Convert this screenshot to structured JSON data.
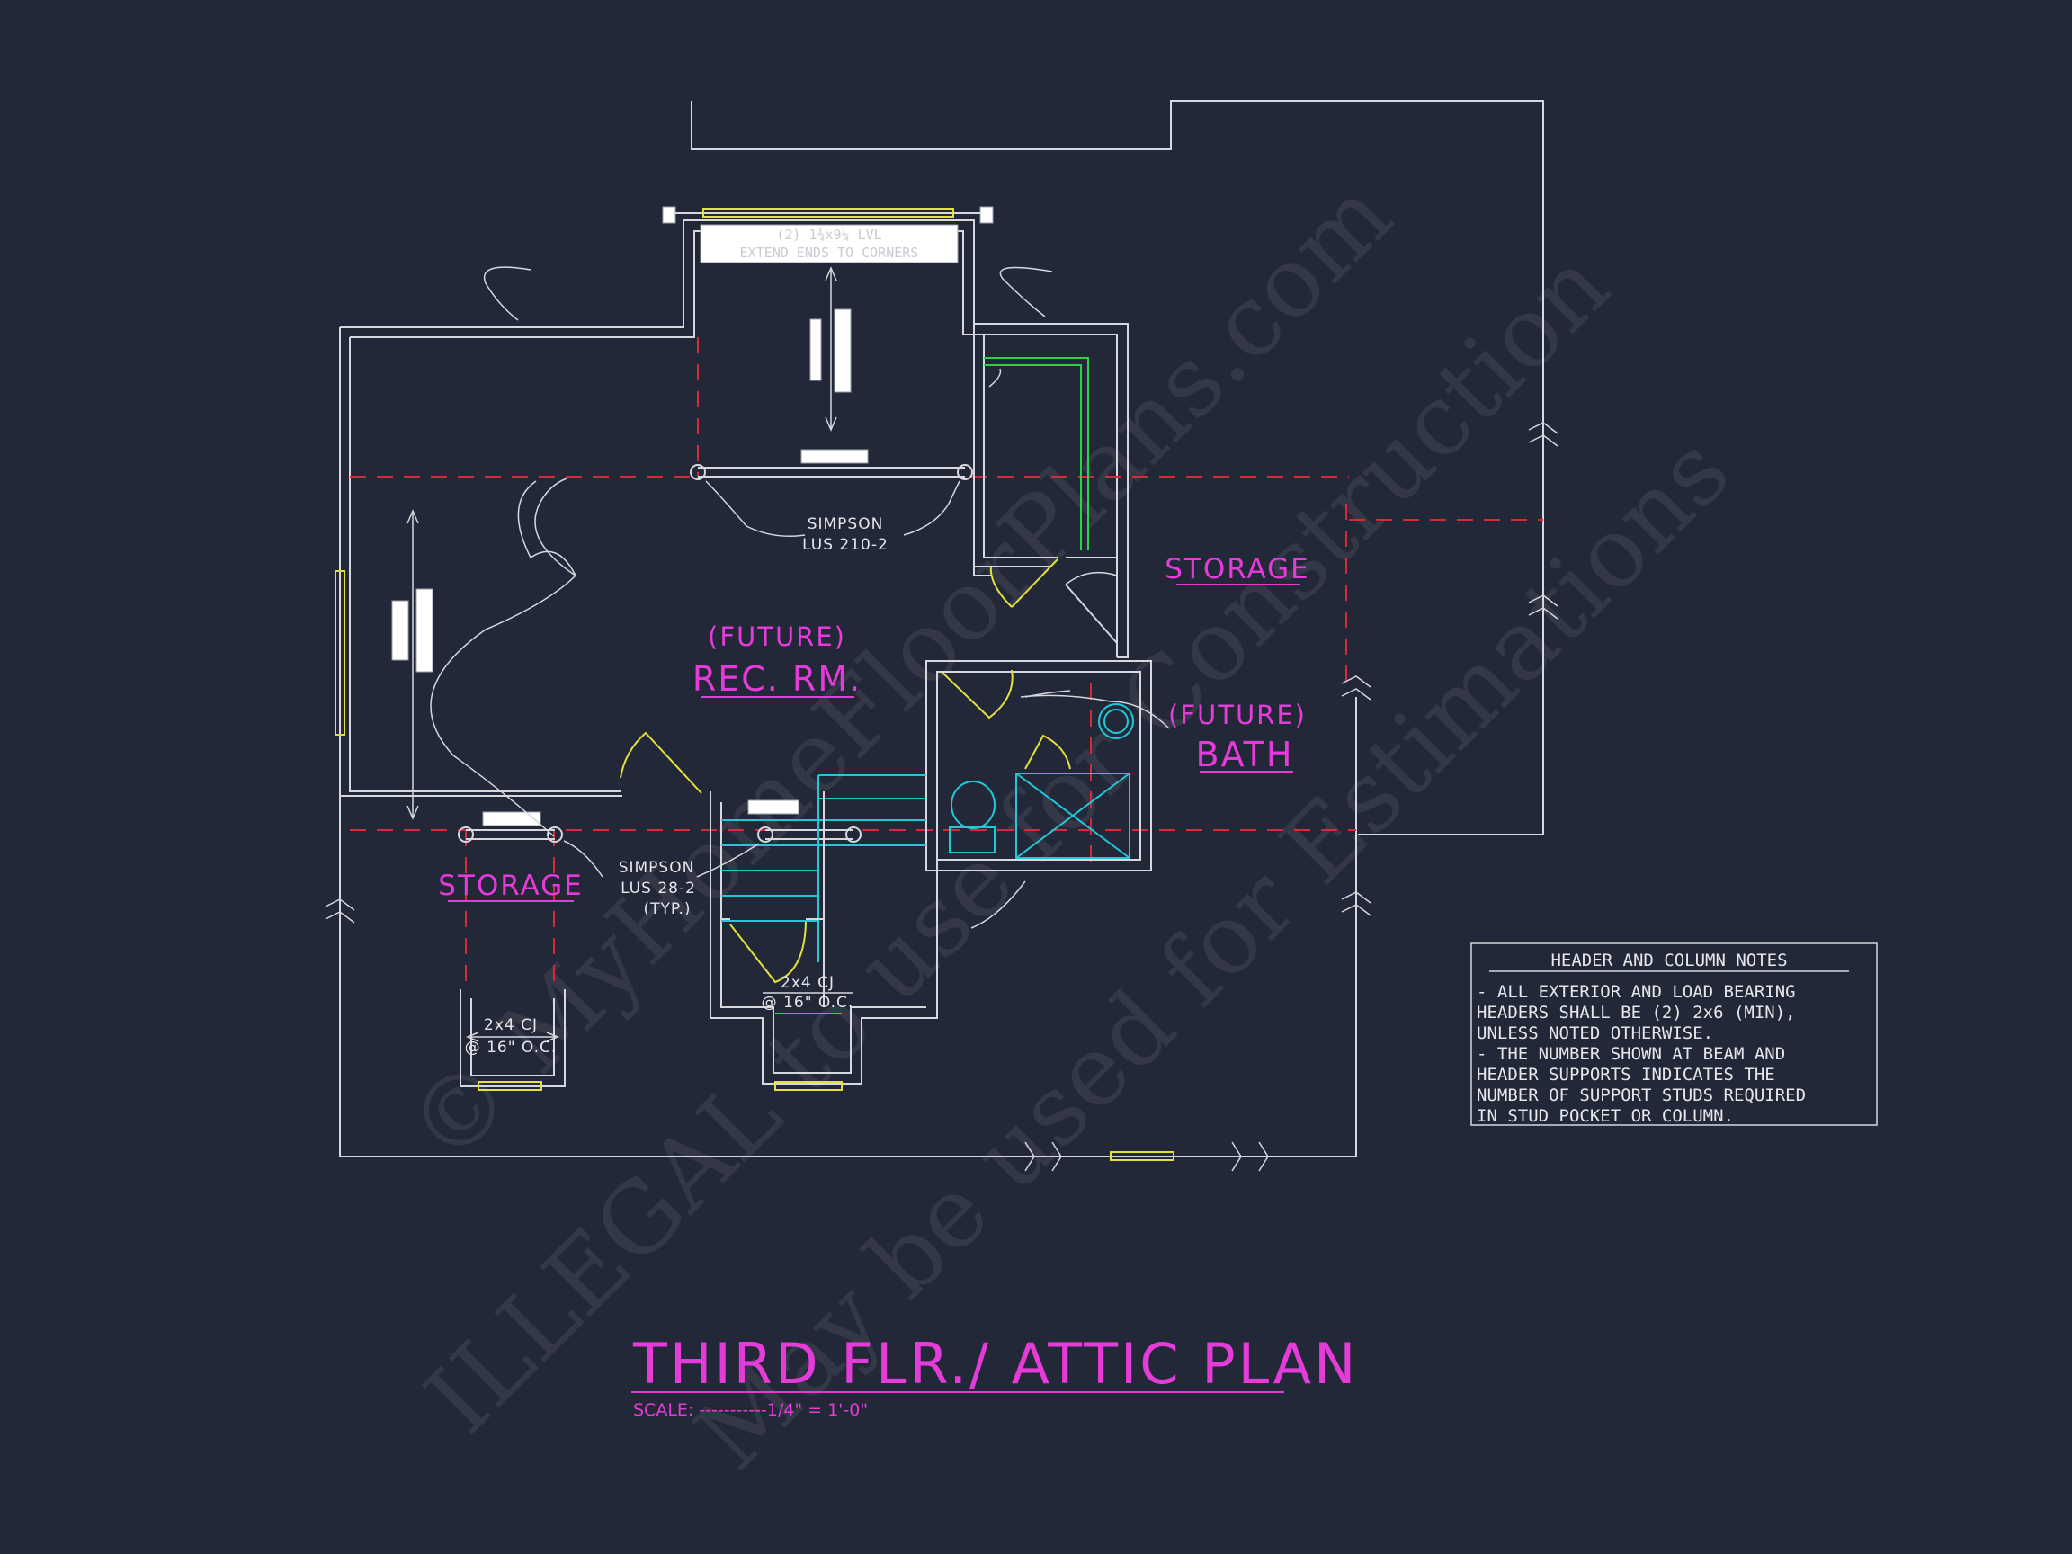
{
  "colors": {
    "background": "#232838",
    "wall": "#d6d8de",
    "room_label": "#e53bd8",
    "dashed_beam": "#d8283a",
    "window": "#e3e13c",
    "stair_fixture": "#20c8d8",
    "cabinet": "#2fd04a"
  },
  "rooms": {
    "rec_room_future": "(FUTURE)",
    "rec_room": "REC. RM.",
    "bath_future": "(FUTURE)",
    "bath": "BATH",
    "storage_right": "STORAGE",
    "storage_left": "STORAGE"
  },
  "callouts": {
    "lvl_header_line1": "(2) 1¾x9¼ LVL",
    "lvl_header_line2": "EXTEND ENDS TO CORNERS",
    "simpson_top_line1": "SIMPSON",
    "simpson_top_line2": "LUS 210-2",
    "simpson_bottom_line1": "SIMPSON",
    "simpson_bottom_line2": "LUS 28-2",
    "simpson_bottom_line3": "(TYP.)",
    "cj_left_line1": "2x4 CJ",
    "cj_left_line2": "@ 16\" O.C.",
    "cj_center_line1": "2x4 CJ",
    "cj_center_line2": "@ 16\" O.C."
  },
  "notes": {
    "title": "HEADER AND COLUMN NOTES",
    "lines": [
      "- ALL EXTERIOR AND LOAD BEARING",
      "HEADERS SHALL BE (2) 2x6 (MIN),",
      "UNLESS NOTED OTHERWISE.",
      "- THE NUMBER SHOWN AT BEAM AND",
      "HEADER SUPPORTS INDICATES THE",
      "NUMBER OF SUPPORT STUDS REQUIRED",
      "IN STUD POCKET OR COLUMN."
    ]
  },
  "title_block": {
    "title": "THIRD FLR./ ATTIC PLAN",
    "scale": "SCALE: -----------1/4\" = 1'-0\""
  },
  "watermark": {
    "line1": "© MyHomeFloorPlans.com",
    "line2": "ILLEGAL to use for Construction",
    "line3": "May be used for Estimations"
  }
}
